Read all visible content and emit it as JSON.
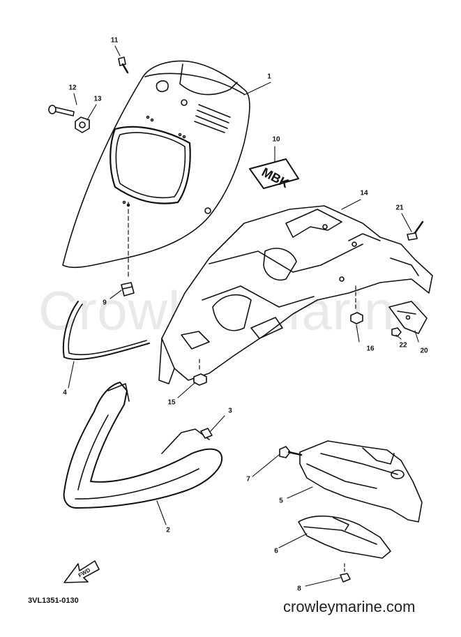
{
  "watermark": "Crowley Marine",
  "diagram_code": "3VL1351-0130",
  "site": "crowleymarine.com",
  "emblem_text": "MBK",
  "fwd_text": "FWD",
  "parts": [
    {
      "id": "p1",
      "label": "1"
    },
    {
      "id": "p2",
      "label": "2"
    },
    {
      "id": "p3",
      "label": "3"
    },
    {
      "id": "p4",
      "label": "4"
    },
    {
      "id": "p5",
      "label": "5"
    },
    {
      "id": "p6",
      "label": "6"
    },
    {
      "id": "p7",
      "label": "7"
    },
    {
      "id": "p8",
      "label": "8"
    },
    {
      "id": "p9",
      "label": "9"
    },
    {
      "id": "p10",
      "label": "10"
    },
    {
      "id": "p11",
      "label": "11"
    },
    {
      "id": "p12",
      "label": "12"
    },
    {
      "id": "p13",
      "label": "13"
    },
    {
      "id": "p14",
      "label": "14"
    },
    {
      "id": "p15",
      "label": "15"
    },
    {
      "id": "p16",
      "label": "16"
    },
    {
      "id": "p20",
      "label": "20"
    },
    {
      "id": "p21",
      "label": "21"
    },
    {
      "id": "p22",
      "label": "22"
    }
  ]
}
